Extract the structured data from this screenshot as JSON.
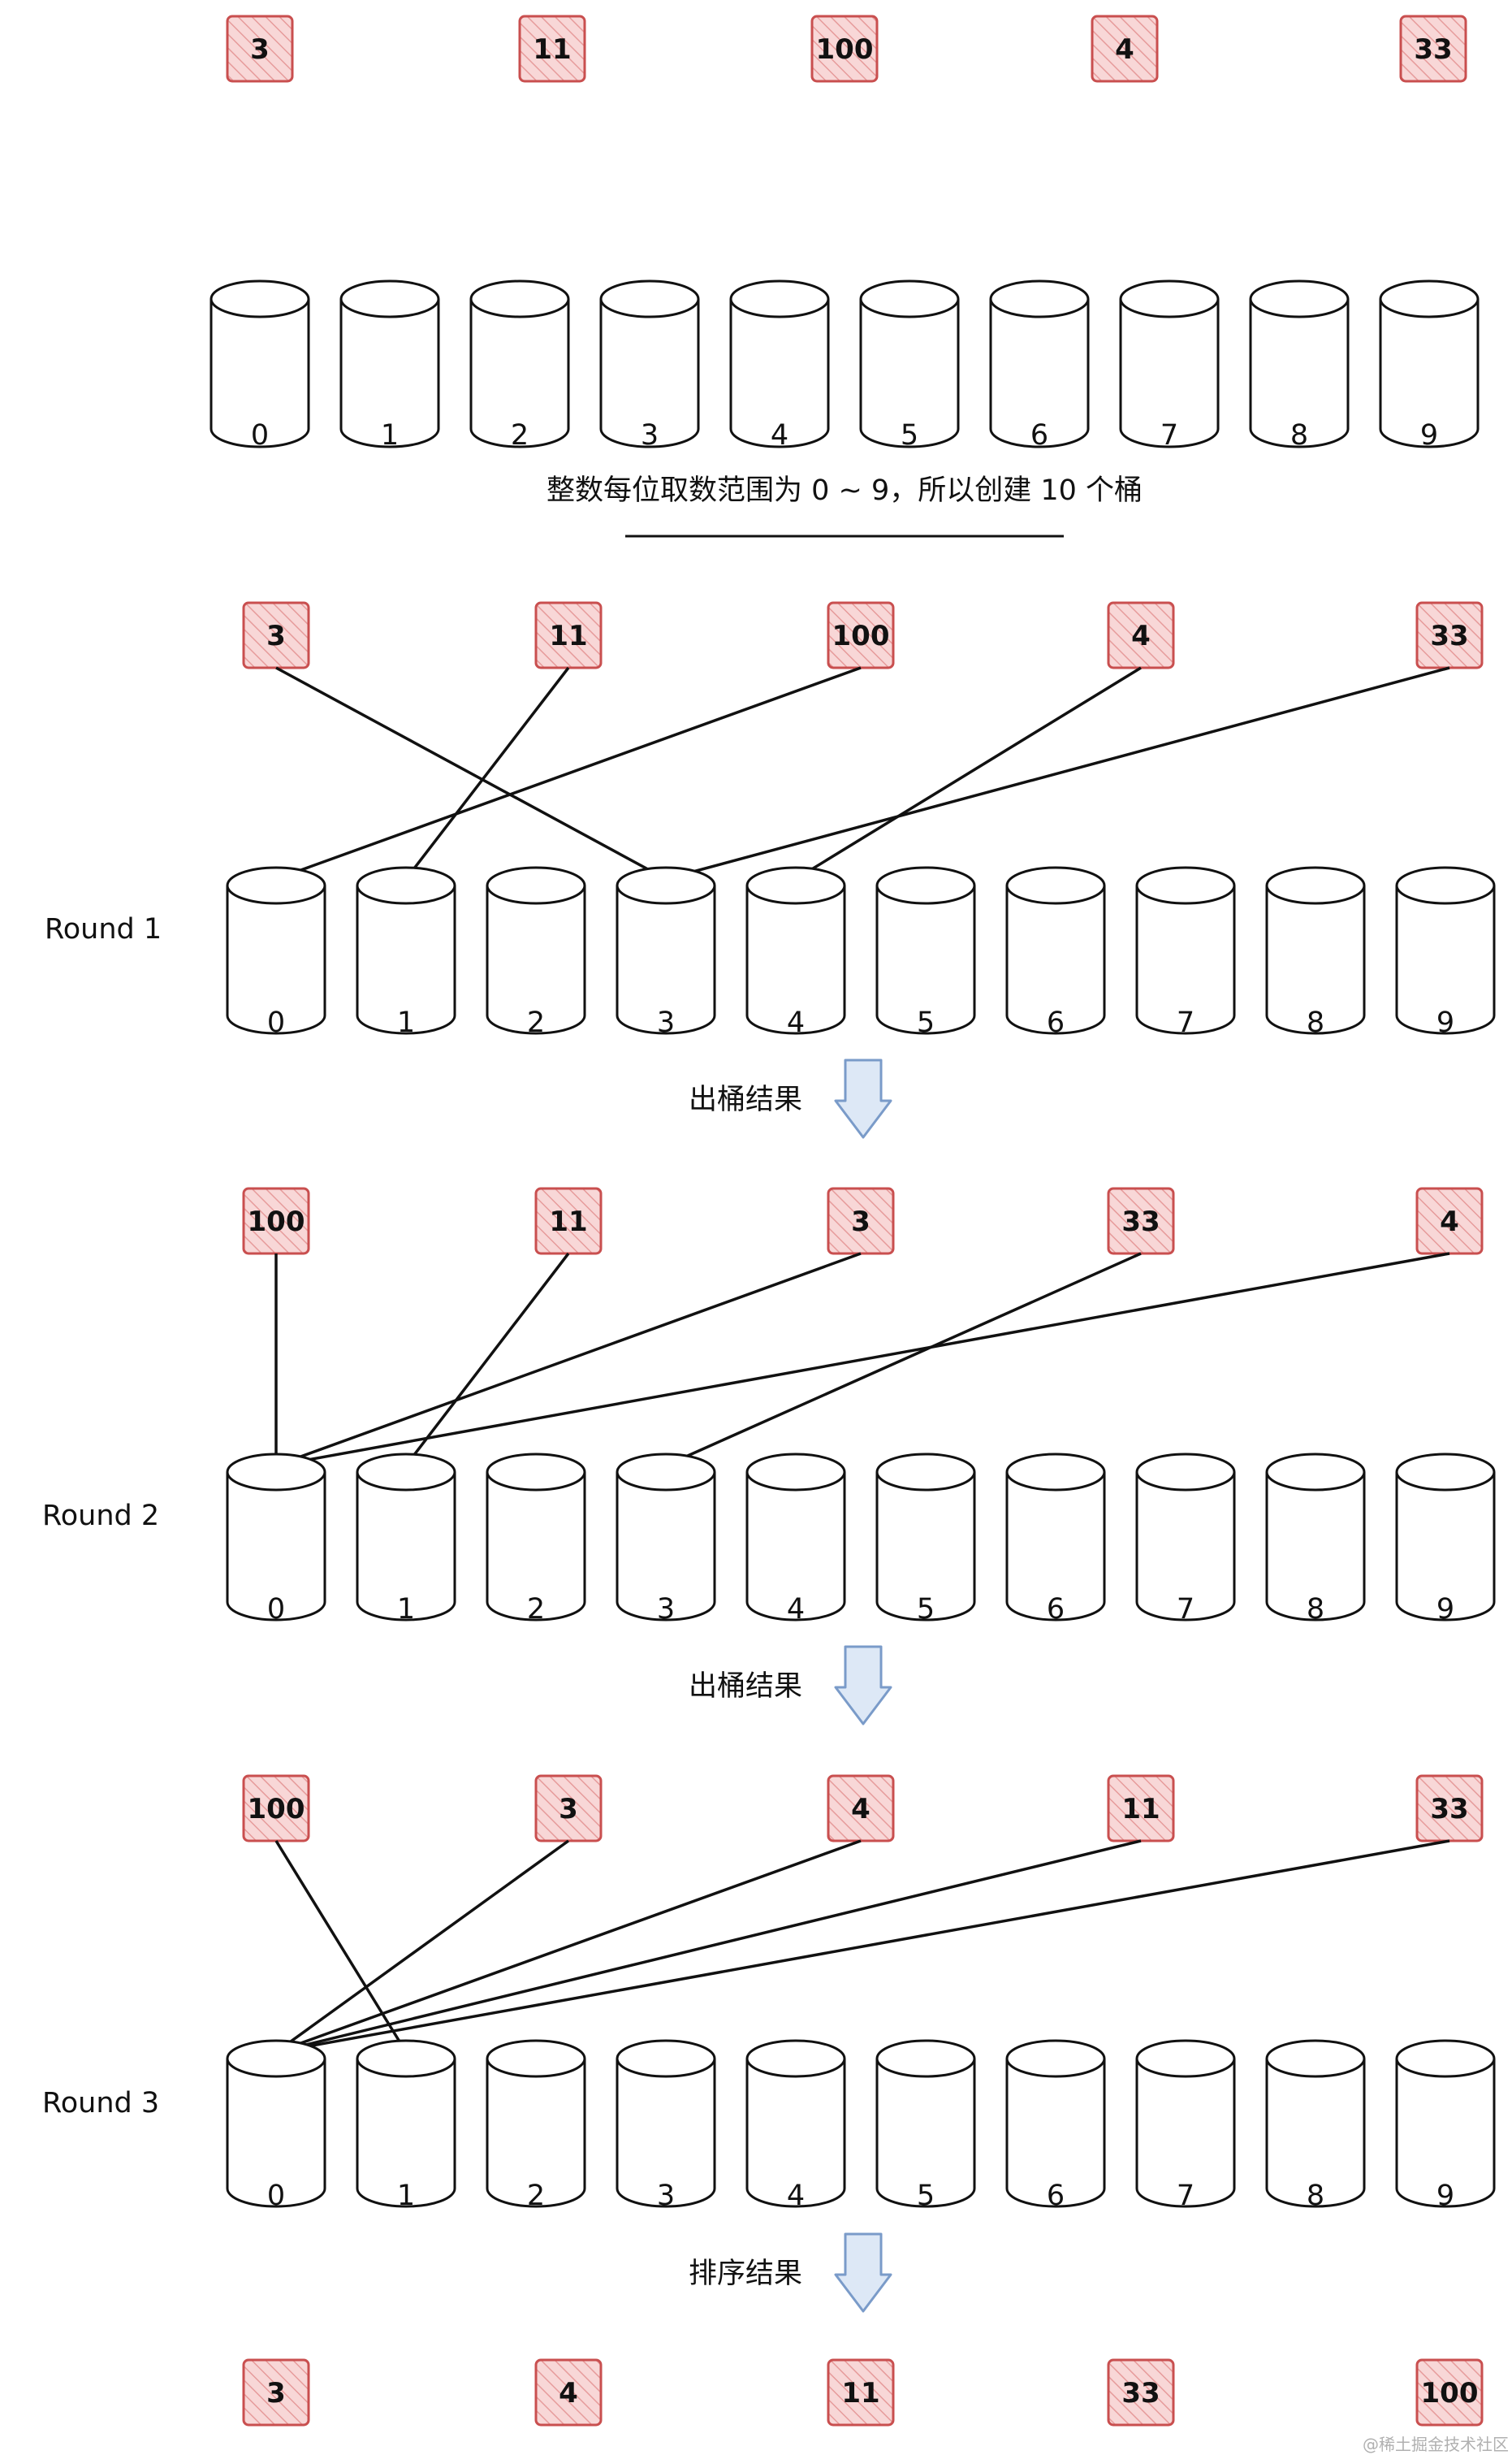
{
  "colors": {
    "box_fill": "#f8d7d7",
    "box_stroke": "#c94f4f",
    "hatch": "#d86a6a",
    "bucket_stroke": "#111111",
    "arrow": "#111111",
    "flow_arrow_fill": "#dde8f6",
    "flow_arrow_stroke": "#7a9bc9",
    "watermark": "#b0b0b0"
  },
  "bucket_labels": [
    "0",
    "1",
    "2",
    "3",
    "4",
    "5",
    "6",
    "7",
    "8",
    "9"
  ],
  "initial": {
    "values": [
      "3",
      "11",
      "100",
      "4",
      "33"
    ]
  },
  "caption": "整数每位取数范围为 0 ~ 9，所以创建 10 个桶",
  "rounds": [
    {
      "label": "Round 1",
      "values": [
        "3",
        "11",
        "100",
        "4",
        "33"
      ],
      "targets": [
        3,
        1,
        0,
        4,
        3
      ],
      "result_label": "出桶结果"
    },
    {
      "label": "Round 2",
      "values": [
        "100",
        "11",
        "3",
        "33",
        "4"
      ],
      "targets": [
        0,
        1,
        0,
        3,
        0
      ],
      "result_label": "出桶结果"
    },
    {
      "label": "Round 3",
      "values": [
        "100",
        "3",
        "4",
        "11",
        "33"
      ],
      "targets": [
        1,
        0,
        0,
        0,
        0
      ],
      "result_label": "排序结果"
    }
  ],
  "final": {
    "values": [
      "3",
      "4",
      "11",
      "33",
      "100"
    ]
  },
  "watermark": "@稀土掘金技术社区"
}
